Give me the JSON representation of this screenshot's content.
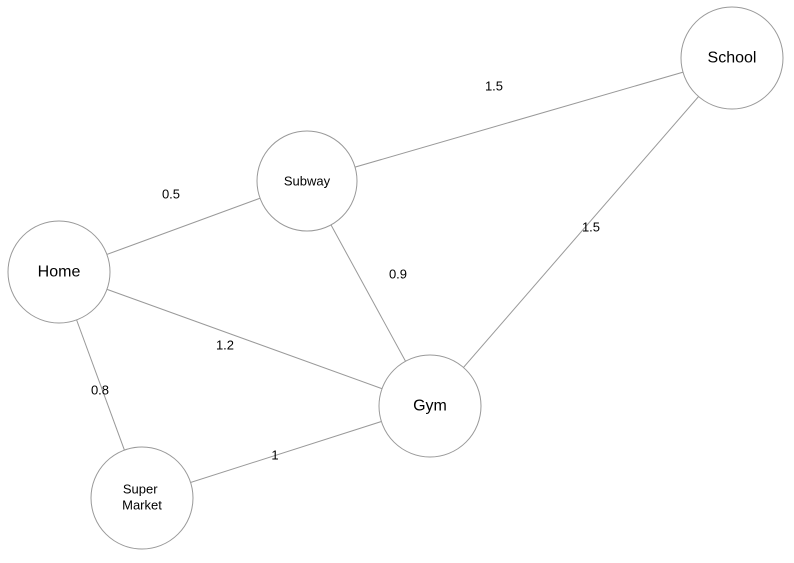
{
  "diagram": {
    "type": "weighted-undirected-graph",
    "background_color": "#ffffff",
    "colors": {
      "node_fill": "#ffffff",
      "node_stroke": "#999999",
      "edge_stroke": "#999999",
      "label_text": "#000000"
    },
    "nodes": [
      {
        "id": "home",
        "label": "Home"
      },
      {
        "id": "subway",
        "label": "Subway"
      },
      {
        "id": "school",
        "label": "School"
      },
      {
        "id": "gym",
        "label": "Gym"
      },
      {
        "id": "supermarket",
        "label": "Super Market",
        "lines": [
          "Super",
          "Market"
        ]
      }
    ],
    "edges": [
      {
        "from": "Home",
        "to": "Subway",
        "weight": "0.5"
      },
      {
        "from": "Subway",
        "to": "School",
        "weight": "1.5"
      },
      {
        "from": "Subway",
        "to": "Gym",
        "weight": "0.9"
      },
      {
        "from": "School",
        "to": "Gym",
        "weight": "1.5"
      },
      {
        "from": "Home",
        "to": "Gym",
        "weight": "1.2"
      },
      {
        "from": "Home",
        "to": "Super Market",
        "weight": "0.8"
      },
      {
        "from": "Super Market",
        "to": "Gym",
        "weight": "1"
      }
    ]
  }
}
